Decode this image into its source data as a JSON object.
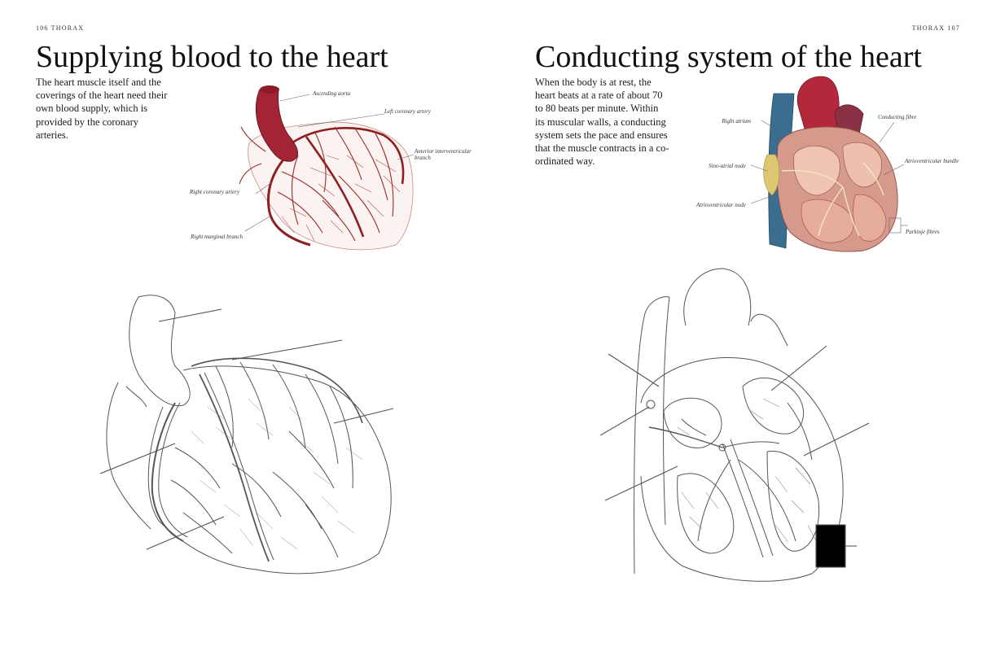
{
  "left_page": {
    "running_head": "106 THORAX",
    "title": "Supplying blood to the heart",
    "body": "The heart muscle itself and the coverings of the heart need their own blood supply, which is provided by the coronary arteries.",
    "labels": {
      "ascending_aorta": "Ascending aorta",
      "left_coronary_artery": "Left coronary artery",
      "anterior_interventricular_branch": "Anterior interventricular branch",
      "right_coronary_artery": "Right coronary artery",
      "right_marginal_branch": "Right marginal branch"
    }
  },
  "right_page": {
    "running_head": "THORAX 107",
    "title": "Conducting system of the heart",
    "body": "When the body is at rest, the heart beats at a rate of about 70 to 80 beats per minute. Within its muscular walls, a conducting system sets the pace and ensures that the muscle contracts in a co-ordinated way.",
    "labels": {
      "right_atrium": "Right atrium",
      "sinoatrial_node": "Sino-atrial node",
      "atrioventricular_node": "Atrioventricular node",
      "conducting_fibre": "Conducting fibre",
      "atrioventricular_bundle": "Atrioventricular bundle",
      "purkinje_fibres": "Purkinje fibres"
    }
  },
  "colors": {
    "artery_red": "#9b2a26",
    "aorta_red": "#b3283b",
    "vein_blue": "#3a6d8f",
    "muscle_pink": "#e6b1a4",
    "node_yellow": "#dcc671"
  }
}
